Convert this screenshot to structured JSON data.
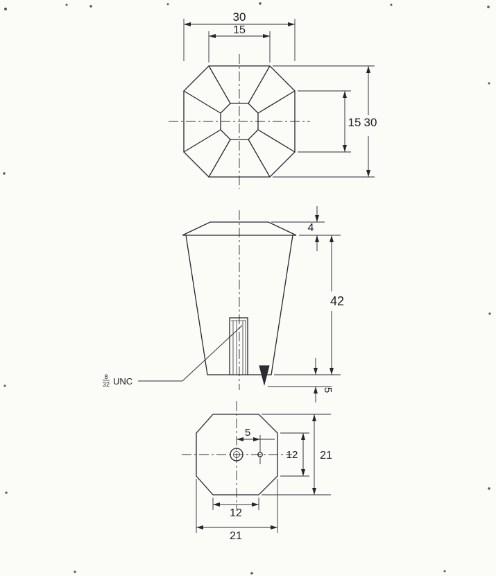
{
  "views": {
    "top": {
      "dim_width_outer": "30",
      "dim_width_inner": "15",
      "dim_height_inner": "15",
      "dim_height_outer": "30"
    },
    "front": {
      "dim_cap_height": "4",
      "dim_body_height": "42",
      "dim_tip_height": "5",
      "thread_numerator": "8",
      "thread_denominator": "32",
      "thread_label": "UNC"
    },
    "bottom": {
      "dim_hole_offset": "5",
      "dim_flat_height": "12",
      "dim_height": "21",
      "dim_flat_width": "12",
      "dim_width": "21"
    }
  }
}
